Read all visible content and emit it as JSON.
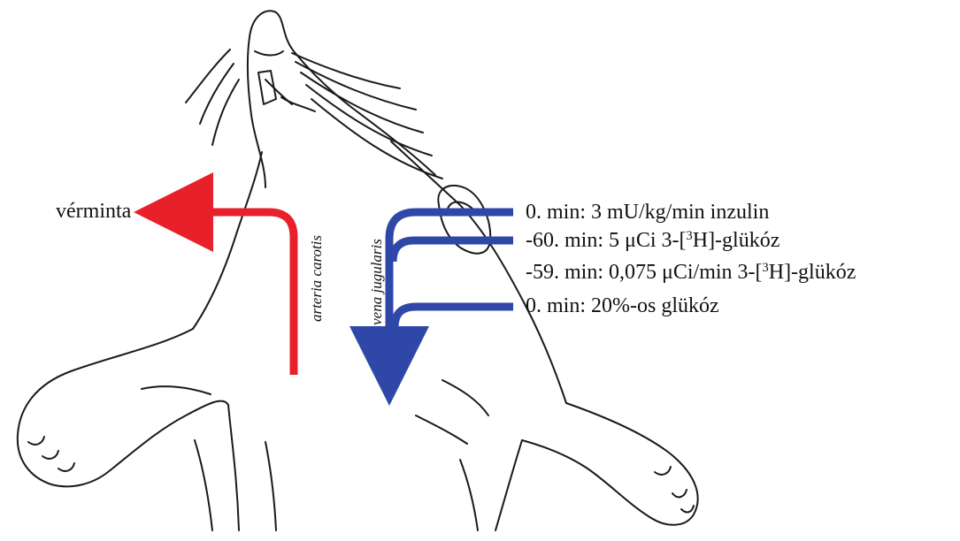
{
  "colors": {
    "artery_arrow": "#e8202a",
    "vein_arrow": "#2f48a8",
    "sketch": "#1a1a1a"
  },
  "labels": {
    "blood_sample": "vérminta",
    "artery": "arteria carotis",
    "vein": "vena jugularis"
  },
  "infusions": [
    {
      "prefix": "0. min: 3 mU/kg/min inzulin",
      "sup": "",
      "suffix": ""
    },
    {
      "prefix": "-60. min: 5 μCi 3-[",
      "sup": "3",
      "suffix": "H]-glükóz"
    },
    {
      "prefix": "-59. min: 0,075 μCi/min 3-[",
      "sup": "3",
      "suffix": "H]-glükóz"
    },
    {
      "prefix": "0. min: 20%-os glükóz",
      "sup": "",
      "suffix": ""
    }
  ]
}
